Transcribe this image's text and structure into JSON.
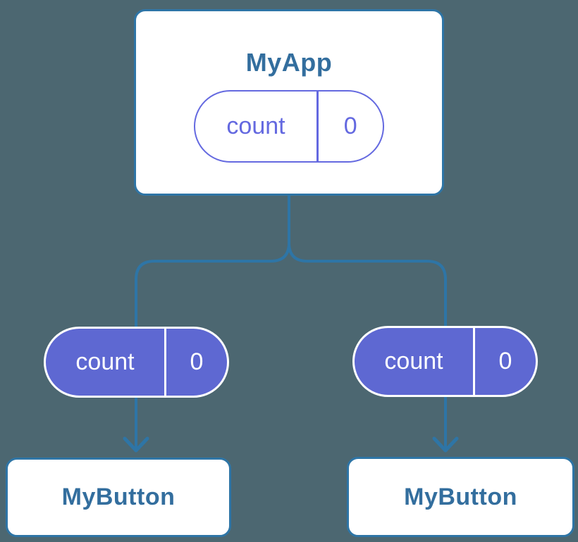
{
  "colors": {
    "background": "#4c6771",
    "connector_blue": "#2e75a6",
    "node_text_blue": "#336e9e",
    "pill_fill_purple": "#5e68d2",
    "pill_outline_purple": "#6469e0",
    "pill_text_on_fill": "#ffffff"
  },
  "diagram": {
    "root": {
      "title": "MyApp",
      "state_pill": {
        "label": "count",
        "value": "0"
      }
    },
    "children": [
      {
        "title": "MyButton",
        "prop_pill": {
          "label": "count",
          "value": "0"
        }
      },
      {
        "title": "MyButton",
        "prop_pill": {
          "label": "count",
          "value": "0"
        }
      }
    ]
  }
}
